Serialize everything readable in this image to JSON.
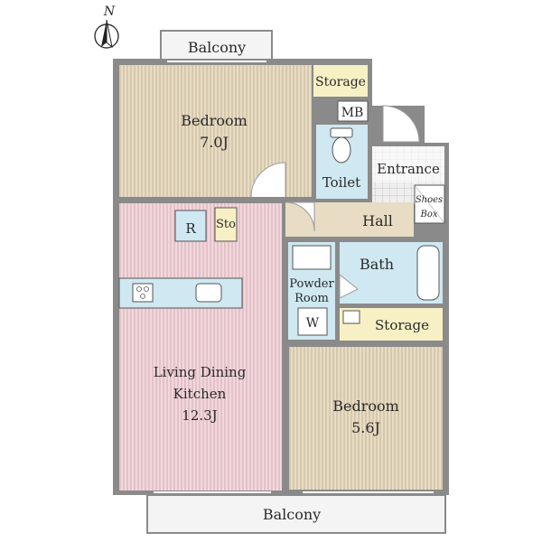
{
  "compass": {
    "label": "N"
  },
  "balcony_top": {
    "label": "Balcony"
  },
  "balcony_bottom": {
    "label": "Balcony"
  },
  "bedroom_north": {
    "name": "Bedroom",
    "size": "7.0J"
  },
  "bedroom_south": {
    "name": "Bedroom",
    "size": "5.6J"
  },
  "ldk": {
    "line1": "Living Dining",
    "line2": "Kitchen",
    "size": "12.3J"
  },
  "storage_top": {
    "label": "Storage"
  },
  "storage_mid": {
    "label": "Storage"
  },
  "meter_box": {
    "label": "MB"
  },
  "toilet": {
    "label": "Toilet"
  },
  "entrance": {
    "label": "Entrance"
  },
  "shoes_box": {
    "line1": "Shoes",
    "line2": "Box"
  },
  "hall": {
    "label": "Hall"
  },
  "bath": {
    "label": "Bath"
  },
  "powder_room": {
    "line1": "Powder",
    "line2": "Room"
  },
  "washer": {
    "label": "W"
  },
  "refrigerator": {
    "label": "R"
  },
  "small_storage": {
    "label": "Sto"
  },
  "colors": {
    "wood_floor": "#e8dcc4",
    "wood_lines": "#b9a98a",
    "ldk_floor": "#f2d7dc",
    "ldk_lines": "#c9a2aa",
    "wet_area": "#cfe8f1",
    "storage": "#f7f0c4",
    "wall": "#8a8a8a",
    "balcony": "#f4f4f4"
  }
}
